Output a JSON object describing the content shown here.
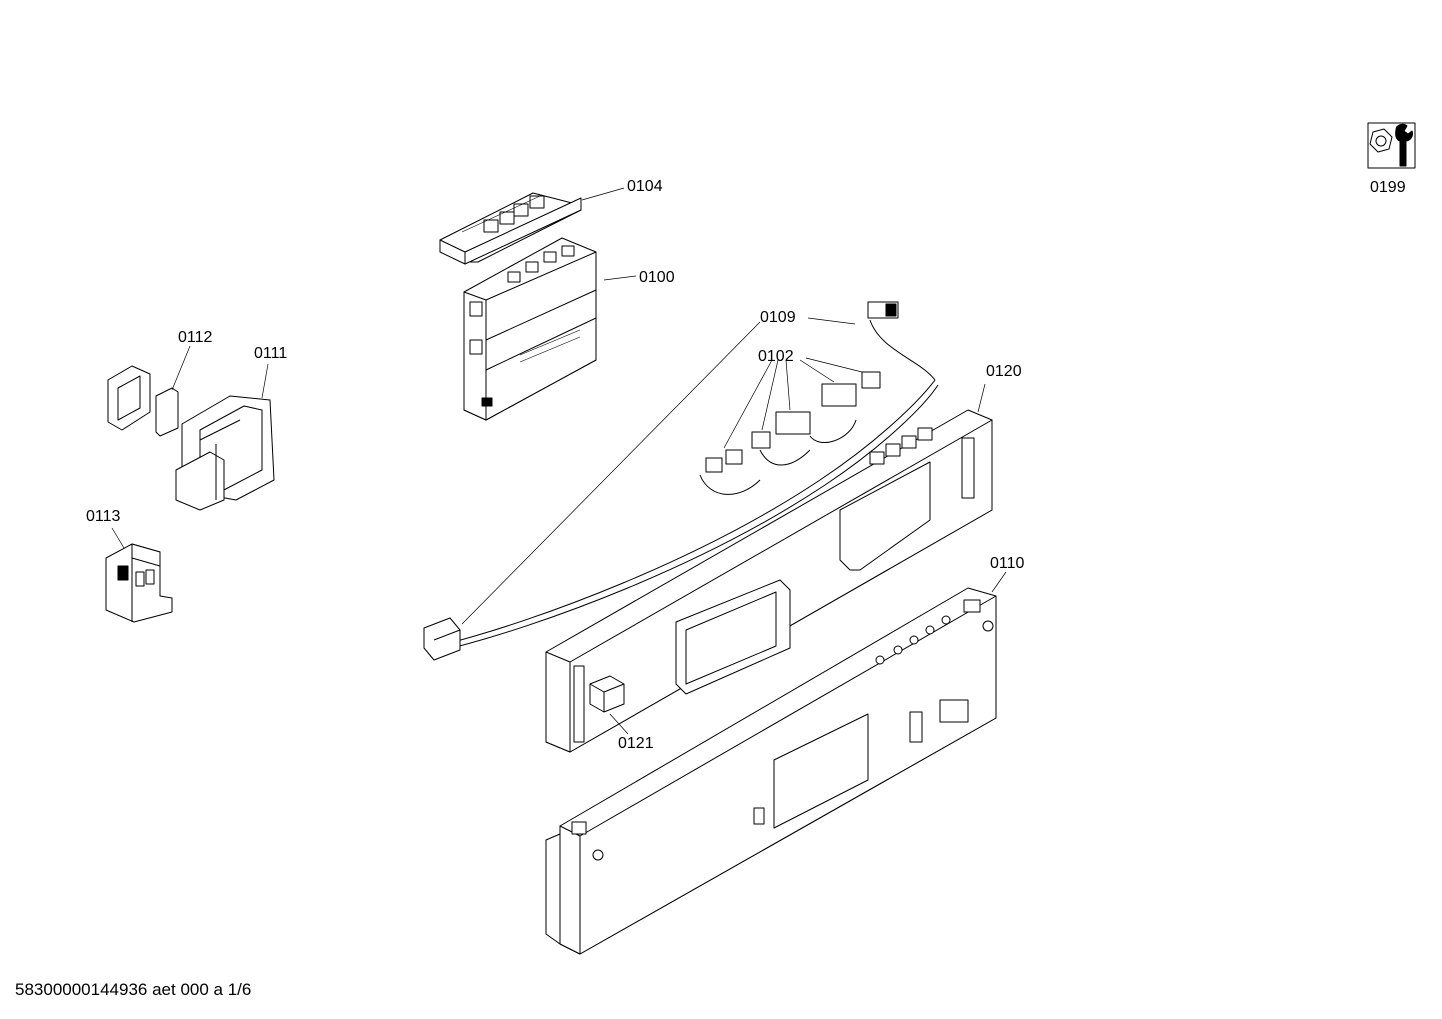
{
  "labels": {
    "p0104": "0104",
    "p0100": "0100",
    "p0109": "0109",
    "p0102": "0102",
    "p0120": "0120",
    "p0112": "0112",
    "p0111": "0111",
    "p0113": "0113",
    "p0110": "0110",
    "p0121": "0121",
    "p0199": "0199"
  },
  "footer": "58300000144936 aet 000 a 1/6",
  "icons": {
    "tool": "wrench-nut-icon"
  }
}
